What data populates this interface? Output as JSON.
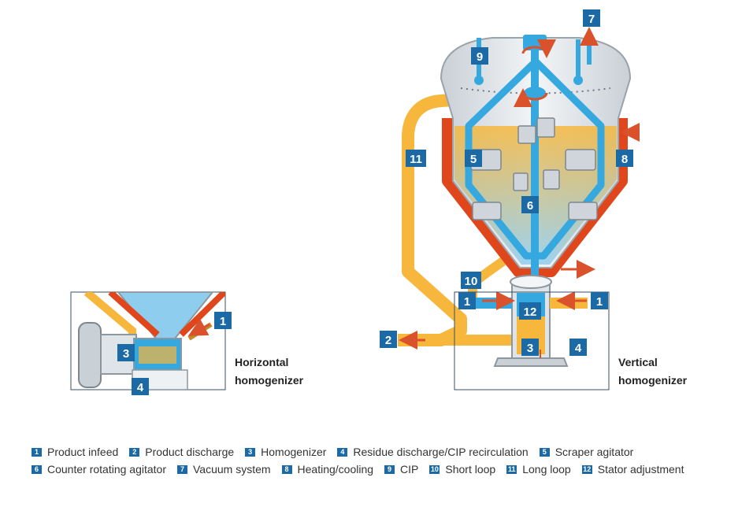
{
  "colors": {
    "tag_blue": "#1b6aa5",
    "product_yellow": "#f6b73c",
    "heating_red": "#e0461c",
    "cip_blue": "#35a8df",
    "arrow_red": "#d9522b",
    "vessel_grey": "#d7dde2"
  },
  "labels": {
    "horizontal": [
      "Horizontal",
      "homogenizer"
    ],
    "vertical": [
      "Vertical",
      "homogenizer"
    ]
  },
  "tags": {
    "t1": "1",
    "t2": "2",
    "t3": "3",
    "t4": "4",
    "t5": "5",
    "t6": "6",
    "t7": "7",
    "t8": "8",
    "t9": "9",
    "t10": "10",
    "t11": "11",
    "t12": "12"
  },
  "legend": [
    {
      "num": "1",
      "text": "Product infeed"
    },
    {
      "num": "2",
      "text": "Product discharge"
    },
    {
      "num": "3",
      "text": "Homogenizer"
    },
    {
      "num": "4",
      "text": "Residue discharge/CIP recirculation"
    },
    {
      "num": "5",
      "text": "Scraper agitator"
    },
    {
      "num": "6",
      "text": "Counter rotating agitator"
    },
    {
      "num": "7",
      "text": "Vacuum system"
    },
    {
      "num": "8",
      "text": "Heating/cooling"
    },
    {
      "num": "9",
      "text": "CIP"
    },
    {
      "num": "10",
      "text": "Short loop"
    },
    {
      "num": "11",
      "text": "Long loop"
    },
    {
      "num": "12",
      "text": "Stator adjustment"
    }
  ]
}
